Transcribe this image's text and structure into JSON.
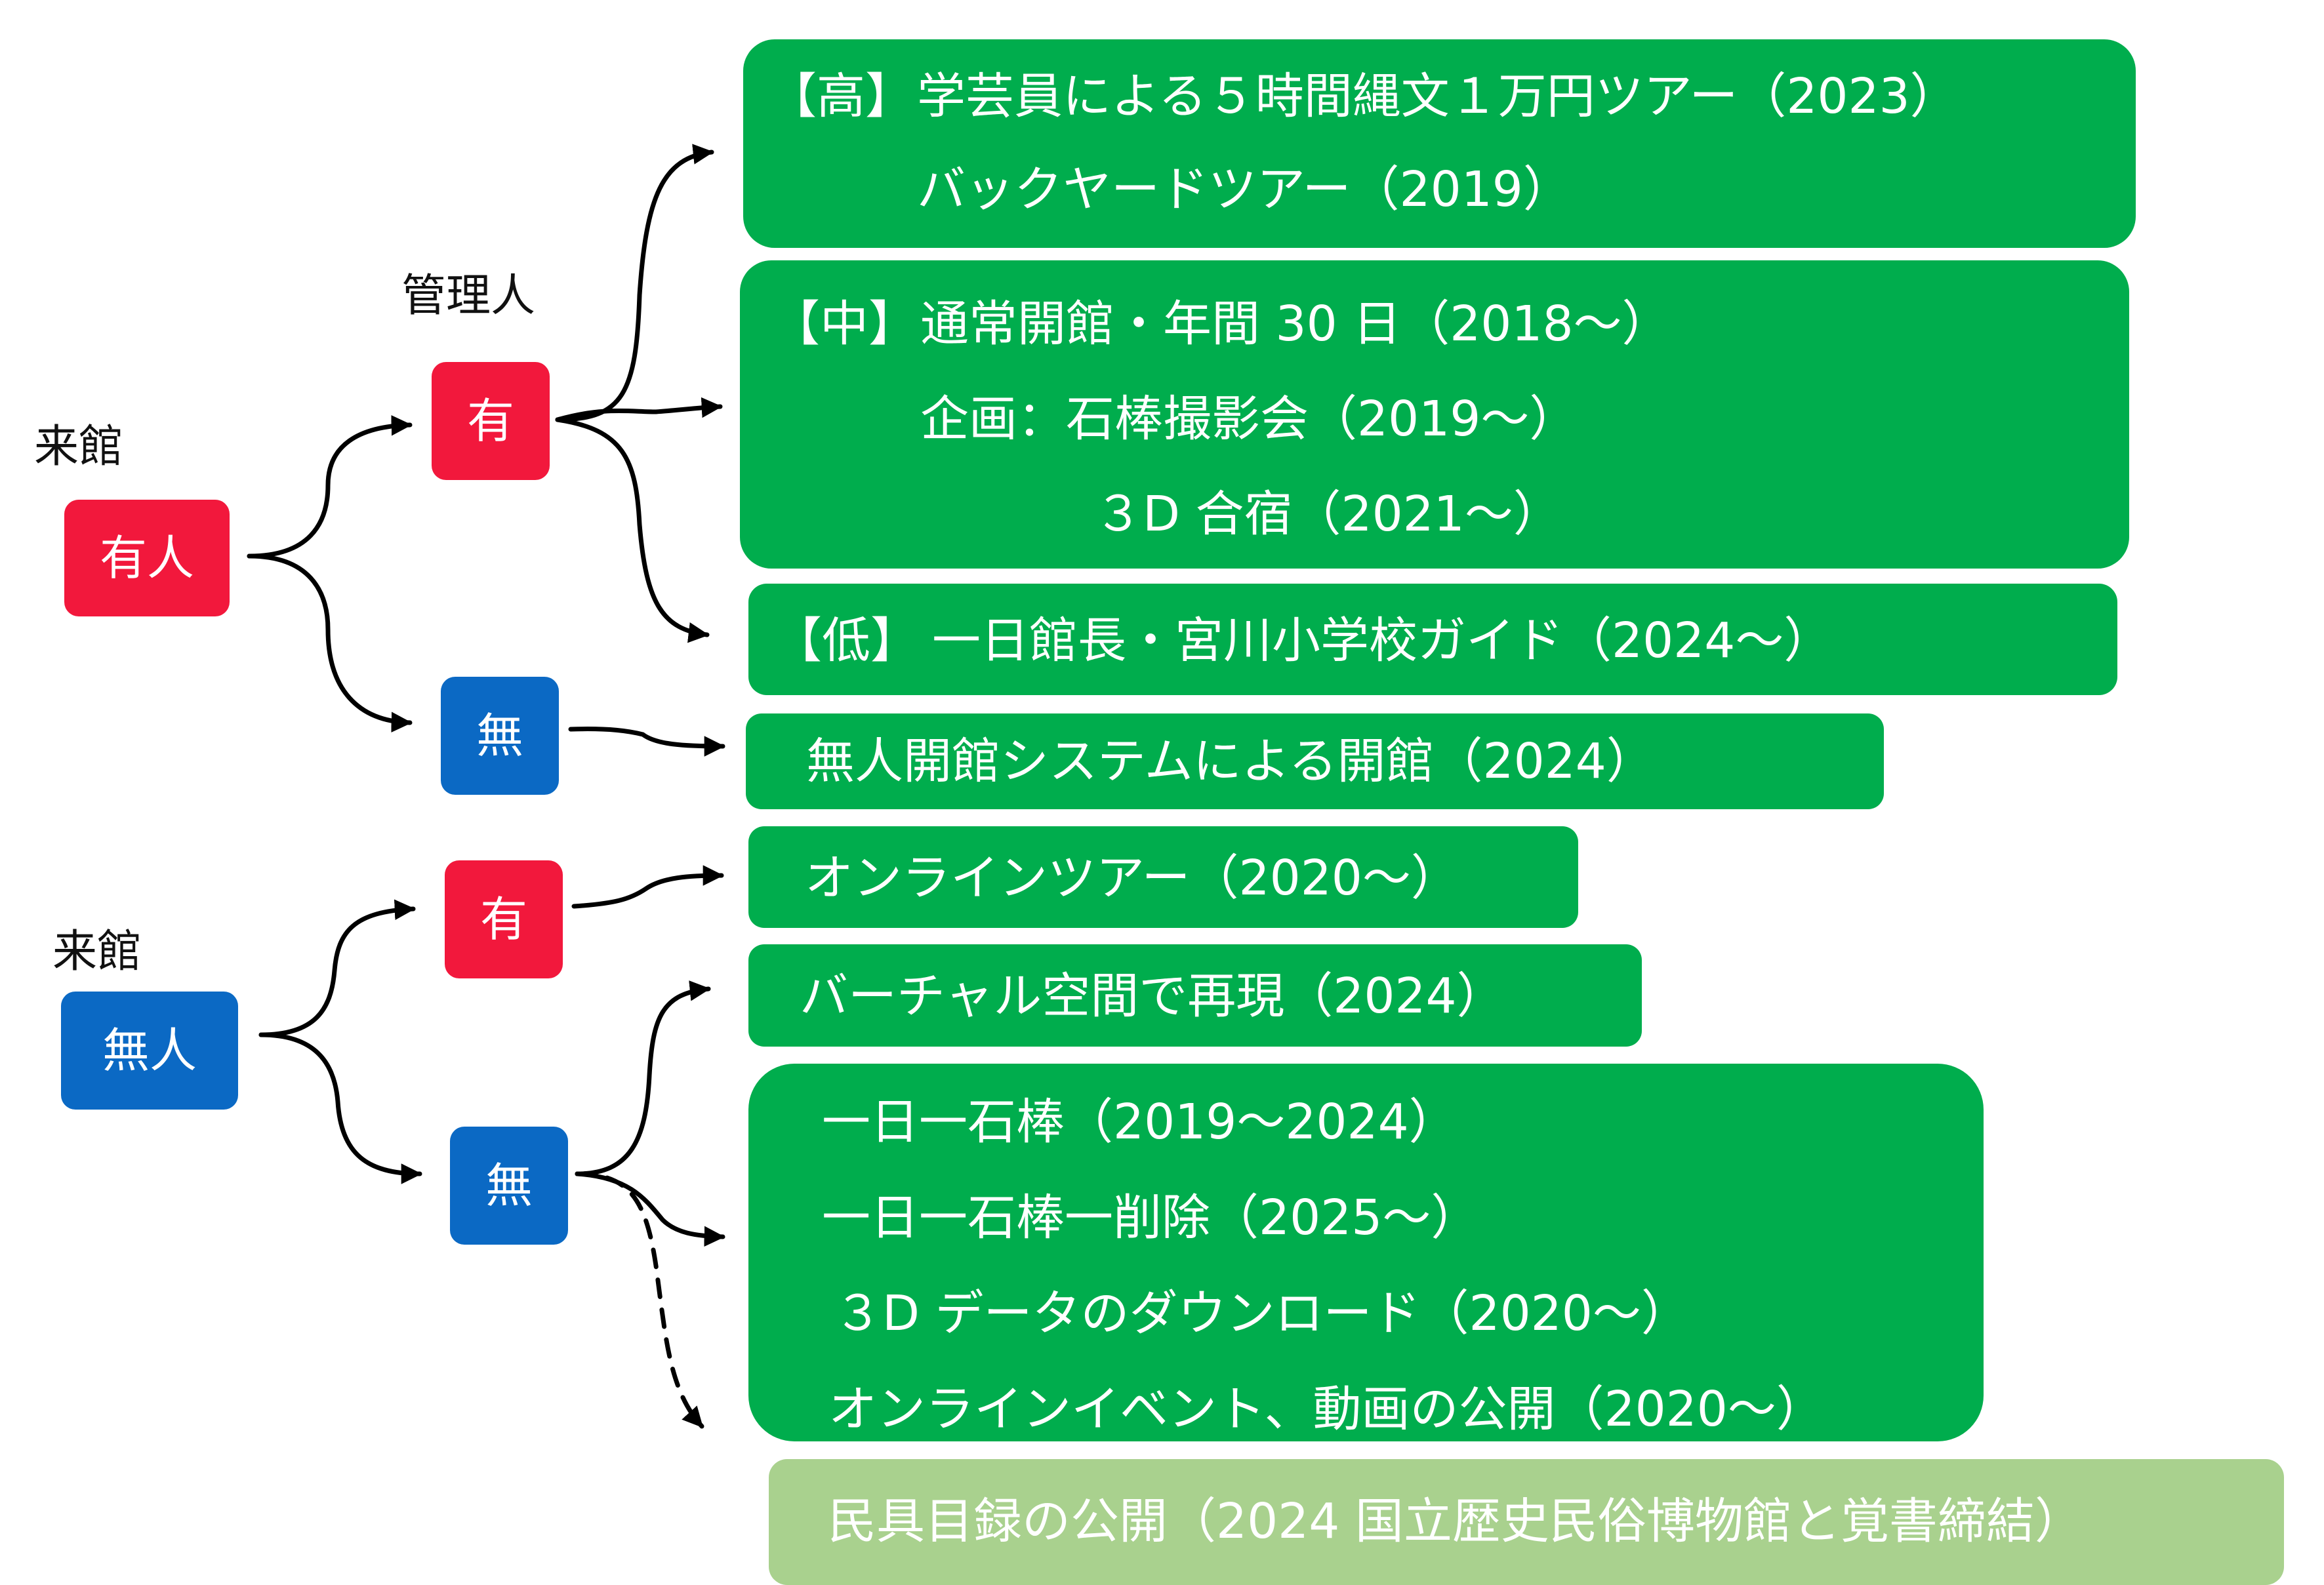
{
  "colors": {
    "red": "#f2183c",
    "blue": "#0b69c4",
    "green": "#00ad4d",
    "light_green": "#a9d18e",
    "arrow": "#000000"
  },
  "labels": {
    "kanrinin": "管理人",
    "raikan_1": "来館",
    "raikan_2": "来館"
  },
  "nodes": {
    "visit_yes": "有人",
    "visit_no": "無人",
    "mgr1_yes": "有",
    "mgr1_no": "無",
    "mgr2_yes": "有",
    "mgr2_no": "無"
  },
  "boxes": {
    "high": {
      "tag": "【高】",
      "lines": [
        "学芸員による５時間縄文１万円ツアー（2023）",
        "バックヤードツアー（2019）"
      ]
    },
    "mid": {
      "tag": "【中】",
      "lines": [
        "通常開館・年間 30 日（2018〜）",
        "企画：石棒撮影会（2019〜）",
        "３D 合宿（2021〜）"
      ]
    },
    "low": {
      "tag": "【低】",
      "lines": [
        "一日館長・宮川小学校ガイド（2024〜）"
      ]
    },
    "unmanned": {
      "lines": [
        "無人開館システムによる開館（2024）"
      ]
    },
    "online_tour": {
      "lines": [
        "オンラインツアー（2020〜）"
      ]
    },
    "virtual": {
      "lines": [
        "バーチャル空間で再現（2024）"
      ]
    },
    "digital": {
      "lines": [
        "一日一石棒（2019〜2024）",
        "一日一石棒一削除（2025〜）",
        "３D データのダウンロード（2020〜）",
        "オンラインイベント、動画の公開（2020〜）"
      ]
    },
    "catalog": {
      "lines": [
        "民具目録の公開（2024 国立歴史民俗博物館と覚書締結）"
      ]
    }
  }
}
